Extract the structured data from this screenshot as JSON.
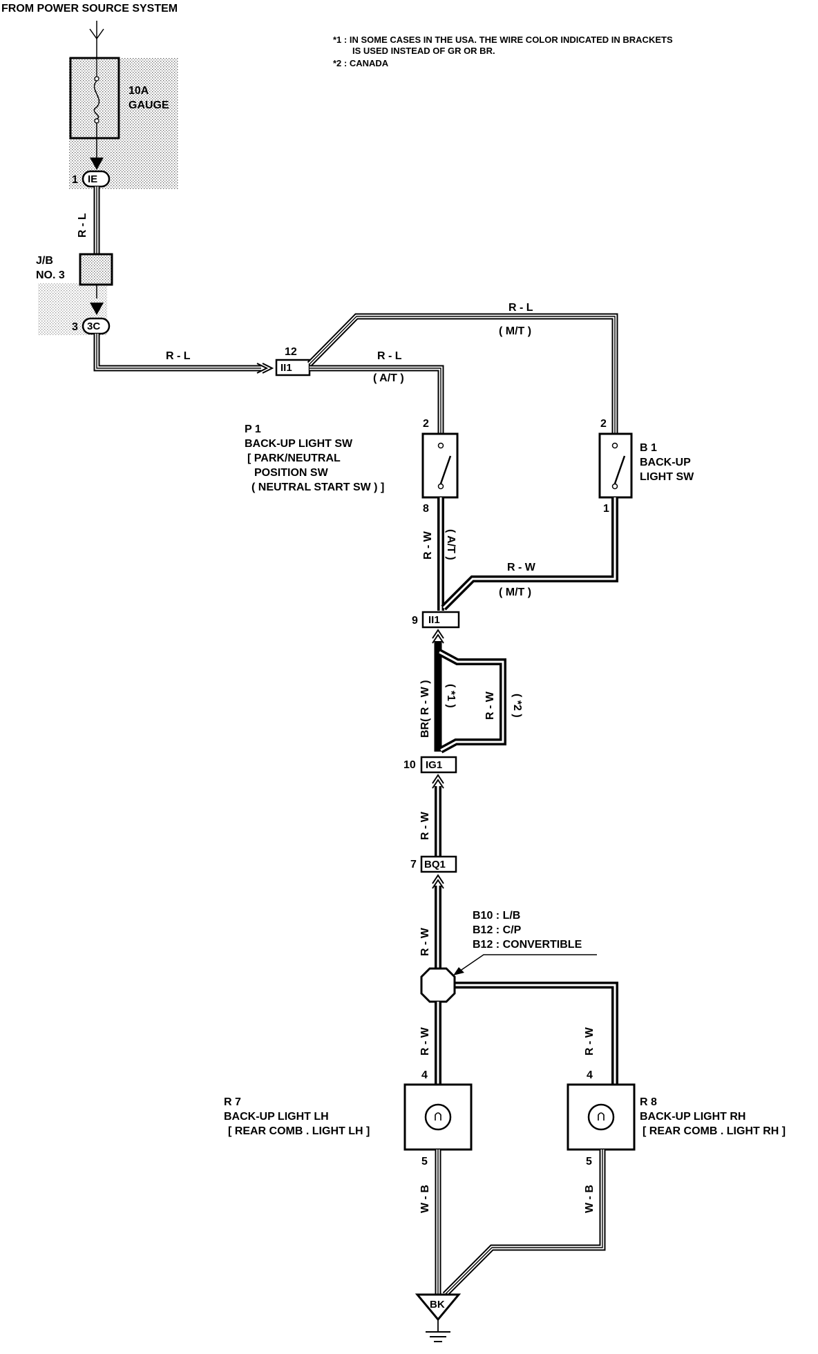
{
  "header": {
    "source": "FROM POWER SOURCE SYSTEM",
    "note1": "*1 : IN SOME CASES IN THE USA. THE WIRE COLOR INDICATED IN BRACKETS",
    "note1b": "IS USED INSTEAD OF GR OR BR.",
    "note2": "*2 : CANADA"
  },
  "fuse": {
    "line1": "10A",
    "line2": "GAUGE"
  },
  "junction_block": {
    "line1": "J/B",
    "line2": "NO. 3"
  },
  "connectors": {
    "ie": {
      "pin": "1",
      "id": "IE"
    },
    "jc": {
      "pin": "3",
      "id": "3C"
    },
    "ii1_top": {
      "pin": "12",
      "id": "II1"
    },
    "ii1_mid": {
      "pin": "9",
      "id": "II1"
    },
    "ig1": {
      "pin": "10",
      "id": "IG1"
    },
    "bq1": {
      "pin": "7",
      "id": "BQ1"
    }
  },
  "wires": {
    "rl_vertical": "R - L",
    "rl_horizontal": "R - L",
    "rl_mt": "R - L",
    "mt_top": "( M/T )",
    "rl_at": "R - L",
    "at_top": "( A/T )",
    "rw_p1": "R - W",
    "at_mid": "( A/T )",
    "rw_mt": "R - W",
    "mt_mid": "( M/T )",
    "br_rw": "BR( R - W )",
    "star1": "( *1 )",
    "rw_canada": "R - W",
    "star2": "( *2 )",
    "rw_ig1": "R - W",
    "rw_splice": "R - W",
    "rw_lh": "R - W",
    "rw_rh": "R - W",
    "wb_lh": "W - B",
    "wb_rh": "W - B"
  },
  "p1": {
    "id": "P 1",
    "line1": "BACK-UP LIGHT SW",
    "line2": "[ PARK/NEUTRAL",
    "line3": "POSITION SW",
    "line4": "( NEUTRAL START SW ) ]",
    "pin_top": "2",
    "pin_bottom": "8"
  },
  "b1": {
    "id": "B 1",
    "line1": "BACK-UP",
    "line2": "LIGHT SW",
    "pin_top": "2",
    "pin_bottom": "1"
  },
  "splice": {
    "line1": "B10 : L/B",
    "line2": "B12 : C/P",
    "line3": "B12 : CONVERTIBLE"
  },
  "r7": {
    "id": "R 7",
    "line1": "BACK-UP LIGHT LH",
    "line2": "[ REAR COMB . LIGHT LH ]",
    "pin_top": "4",
    "pin_bottom": "5"
  },
  "r8": {
    "id": "R 8",
    "line1": "BACK-UP LIGHT RH",
    "line2": "[ REAR COMB . LIGHT RH ]",
    "pin_top": "4",
    "pin_bottom": "5"
  },
  "ground": {
    "id": "BK"
  }
}
